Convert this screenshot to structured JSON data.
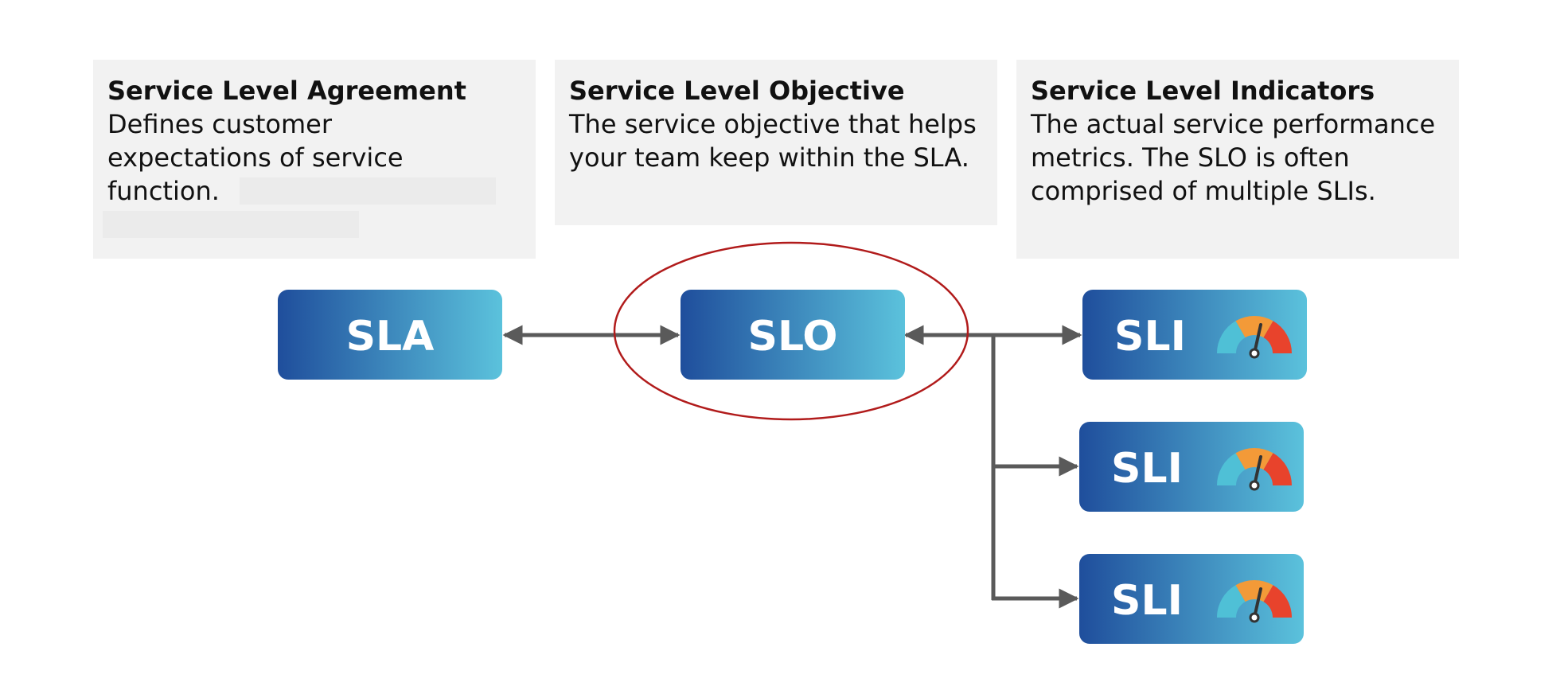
{
  "boxes": {
    "sla": {
      "title": "Service Level Agreement",
      "text": "Defines customer expectations of service function."
    },
    "slo": {
      "title": "Service Level Objective",
      "text": "The service objective that helps your team keep within the SLA."
    },
    "sli": {
      "title": "Service Level Indicators",
      "text": "The actual service performance metrics. The SLO is often comprised of multiple SLIs."
    }
  },
  "nodes": {
    "sla": "SLA",
    "slo": "SLO",
    "sli_1": "SLI",
    "sli_2": "SLI",
    "sli_3": "SLI"
  },
  "icons": {
    "sli_gauge": "gauge-icon"
  },
  "colors": {
    "node_gradient_start": "#1f4e9c",
    "node_gradient_end": "#5bc2dc",
    "connector": "#5a5a5a",
    "highlight_ellipse": "#b11b1b",
    "gauge_low": "#4fc0d6",
    "gauge_mid": "#f39a38",
    "gauge_high": "#e8432c",
    "box_background": "#f2f2f2"
  }
}
